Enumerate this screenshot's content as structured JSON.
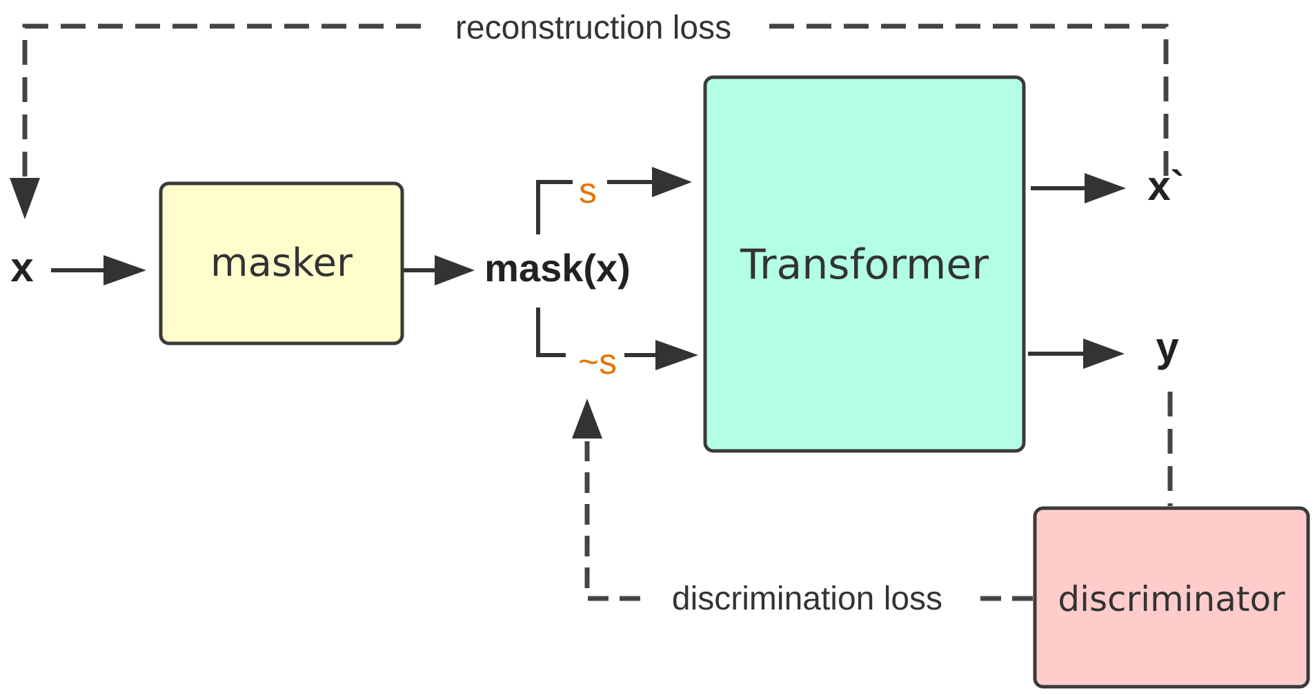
{
  "labels": {
    "input_x": "x",
    "mask_x": "mask(x)",
    "s": "s",
    "not_s": "~s",
    "x_prime": "x`",
    "y": "y",
    "reconstruction_loss": "reconstruction loss",
    "discrimination_loss": "discrimination loss"
  },
  "boxes": {
    "masker": "masker",
    "transformer": "Transformer",
    "discriminator": "discriminator"
  },
  "colors": {
    "masker_fill": "#FFFDCC",
    "transformer_fill": "#B3FFE5",
    "discriminator_fill": "#FFCCCC",
    "border": "#3A3A3A",
    "arrow": "#333333",
    "dashed": "#444444",
    "label_text": "#222222",
    "s_text": "#E67300",
    "box_text": "#333333"
  },
  "arrow_style": {
    "solid": "filled-triangle",
    "dashed": "dashed"
  }
}
